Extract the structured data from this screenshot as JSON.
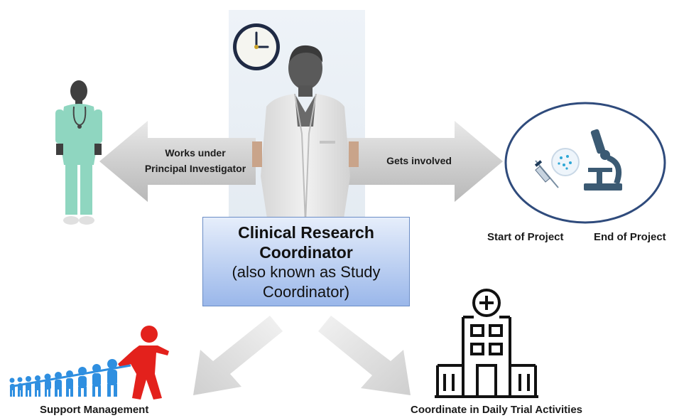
{
  "center": {
    "title": "Clinical Research Coordinator",
    "subtitle": "(also known as Study Coordinator)"
  },
  "left_arrow": {
    "line1": "Works under",
    "line2": "Principal Investigator"
  },
  "right_arrow": {
    "label": "Gets involved"
  },
  "project": {
    "start": "Start of Project",
    "end": "End of Project"
  },
  "bottom_left": {
    "caption": "Support Management"
  },
  "bottom_right": {
    "caption": "Coordinate in Daily Trial Activities"
  },
  "colors": {
    "scrubs": "#8fd6c0",
    "coat": "#e6e6e6",
    "person_dark": "#4a4a4a",
    "circle_border": "#2f4b7c",
    "microscope": "#3b5a73",
    "leader_red": "#e3211c",
    "team_blue": "#2f8fe0"
  },
  "icons": [
    "clock-icon",
    "doctor-icon",
    "coordinator-icon",
    "microscope-icon",
    "syringe-icon",
    "petri-dish-icon",
    "team-icon",
    "hospital-icon"
  ]
}
